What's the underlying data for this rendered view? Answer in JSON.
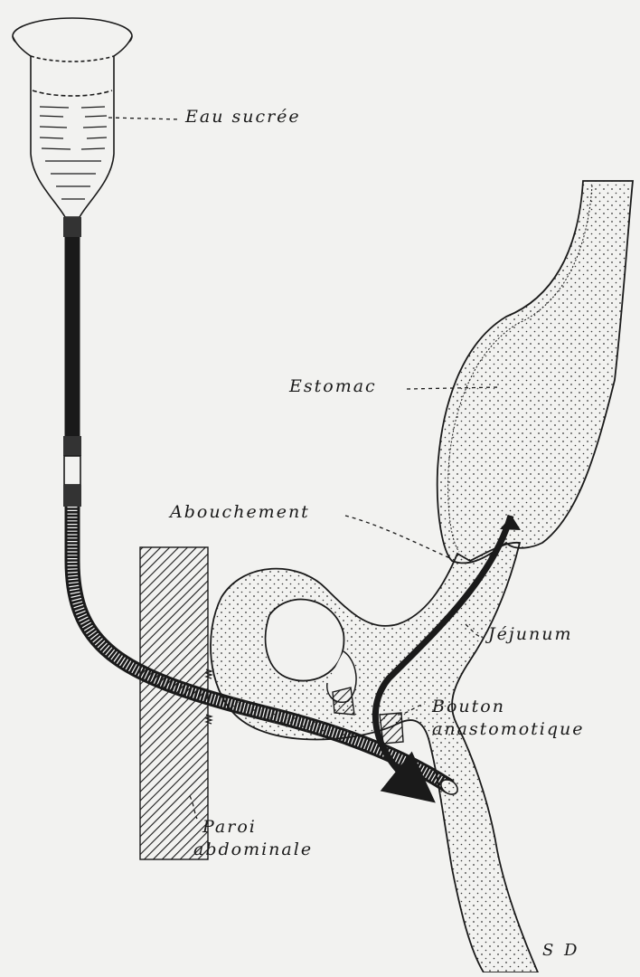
{
  "labels": {
    "eau": "Eau sucrée",
    "estomac": "Estomac",
    "abouchement": "Abouchement",
    "jejunum": "Jéjunum",
    "bouton_line1": "Bouton",
    "bouton_line2": "anastomotique",
    "paroi_line1": "Paroi",
    "paroi_line2": "abdominale",
    "signature": "S D"
  },
  "colors": {
    "ink": "#1a1a1a",
    "paper": "#f2f2f0",
    "fill": "#e8e8e6"
  }
}
